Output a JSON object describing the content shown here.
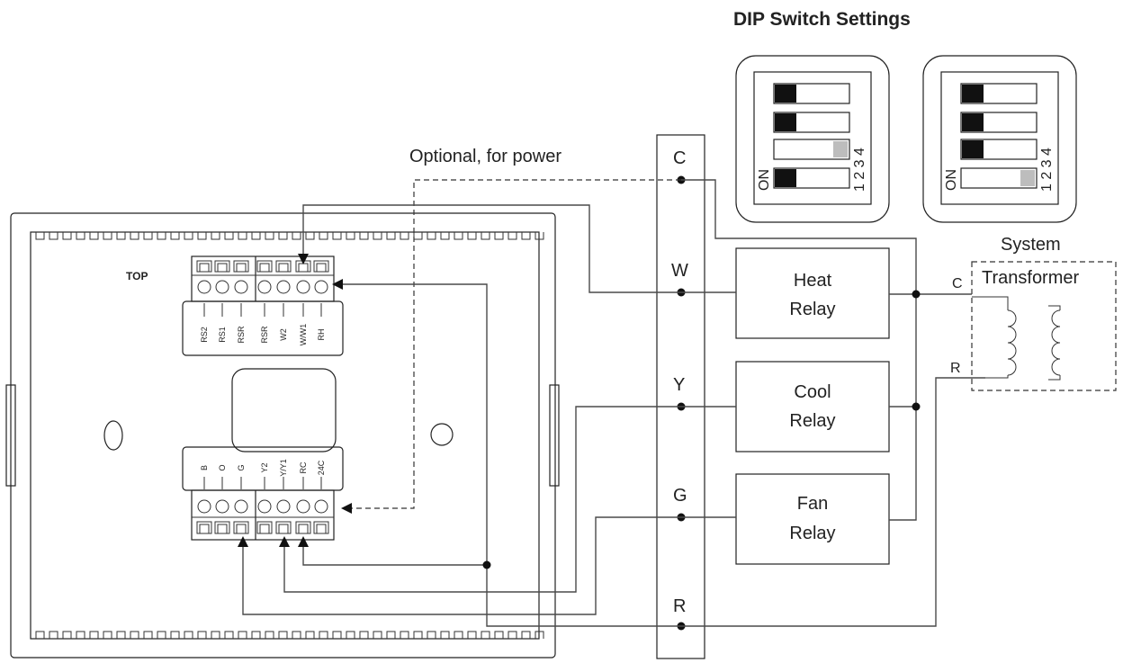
{
  "header": {
    "dip_title": "DIP Switch Settings",
    "optional_note": "Optional, for power"
  },
  "thermostat": {
    "top_label": "TOP",
    "top_terminals": [
      "RS2",
      "RS1",
      "RSR",
      "RSR",
      "W2",
      "W/W1",
      "RH"
    ],
    "bottom_terminals": [
      "B",
      "O",
      "G",
      "Y2",
      "Y/Y1",
      "RC",
      "24C"
    ]
  },
  "terminal_strip": {
    "terminals": [
      "C",
      "W",
      "Y",
      "G",
      "R"
    ]
  },
  "relays": [
    {
      "line1": "Heat",
      "line2": "Relay"
    },
    {
      "line1": "Cool",
      "line2": "Relay"
    },
    {
      "line1": "Fan",
      "line2": "Relay"
    }
  ],
  "transformer": {
    "title": "System",
    "label": "Transformer",
    "c_label": "C",
    "r_label": "R"
  },
  "dip_switches": [
    {
      "on_label": "ON",
      "numbers": "1 2 3 4",
      "positions": [
        "on",
        "off",
        "on",
        "on"
      ]
    },
    {
      "on_label": "ON",
      "numbers": "1 2 3 4",
      "positions": [
        "off",
        "on",
        "on",
        "on"
      ]
    }
  ]
}
